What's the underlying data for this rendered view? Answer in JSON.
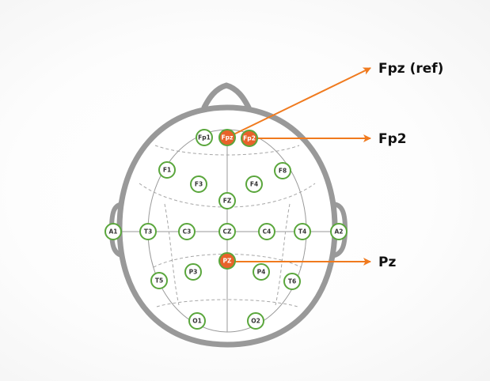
{
  "colors": {
    "head_outline": "#999999",
    "electrode_ring": "#5aa63c",
    "electrode_fill": "#ffffff",
    "electrode_text": "#333333",
    "active_fill": "#e8622a",
    "active_ring": "#5aa63c",
    "active_text": "#ffffff",
    "arrow": "#f07a1e",
    "grid_line": "#9a9a9a"
  },
  "electrodes": [
    {
      "id": "fp1",
      "label": "Fp1",
      "active": false
    },
    {
      "id": "fpz",
      "label": "Fpz",
      "active": true
    },
    {
      "id": "fp2",
      "label": "Fp2",
      "active": true
    },
    {
      "id": "f7",
      "label": "F1",
      "active": false
    },
    {
      "id": "f3",
      "label": "F3",
      "active": false
    },
    {
      "id": "f4",
      "label": "F4",
      "active": false
    },
    {
      "id": "f8",
      "label": "F8",
      "active": false
    },
    {
      "id": "fz",
      "label": "FZ",
      "active": false
    },
    {
      "id": "a1",
      "label": "A1",
      "active": false
    },
    {
      "id": "t3",
      "label": "T3",
      "active": false
    },
    {
      "id": "c3",
      "label": "C3",
      "active": false
    },
    {
      "id": "cz",
      "label": "CZ",
      "active": false
    },
    {
      "id": "c4",
      "label": "C4",
      "active": false
    },
    {
      "id": "t4",
      "label": "T4",
      "active": false
    },
    {
      "id": "a2",
      "label": "A2",
      "active": false
    },
    {
      "id": "pz",
      "label": "PZ",
      "active": true
    },
    {
      "id": "t5",
      "label": "T5",
      "active": false
    },
    {
      "id": "p3",
      "label": "P3",
      "active": false
    },
    {
      "id": "p4",
      "label": "P4",
      "active": false
    },
    {
      "id": "t6",
      "label": "T6",
      "active": false
    },
    {
      "id": "o1",
      "label": "O1",
      "active": false
    },
    {
      "id": "o2",
      "label": "O2",
      "active": false
    }
  ],
  "callouts": [
    {
      "id": "fpz-ref",
      "label": "Fpz (ref)",
      "electrode": "fpz"
    },
    {
      "id": "fp2",
      "label": "Fp2",
      "electrode": "fp2"
    },
    {
      "id": "pz",
      "label": "Pz",
      "electrode": "pz"
    }
  ]
}
